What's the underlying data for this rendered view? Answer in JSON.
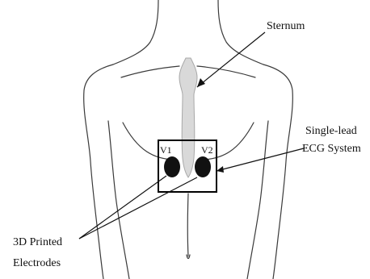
{
  "labels": {
    "sternum": "Sternum",
    "system_line1": "Single-lead",
    "system_line2": "ECG System",
    "electrodes_line1": "3D Printed",
    "electrodes_line2": "Electrodes",
    "v1": "V1",
    "v2": "V2"
  },
  "colors": {
    "outline": "#3a3a3a",
    "sternum_fill": "#d9d9d9",
    "sternum_stroke": "#a8a8a8",
    "electrode": "#111111",
    "box": "#000000",
    "text": "#111111"
  }
}
